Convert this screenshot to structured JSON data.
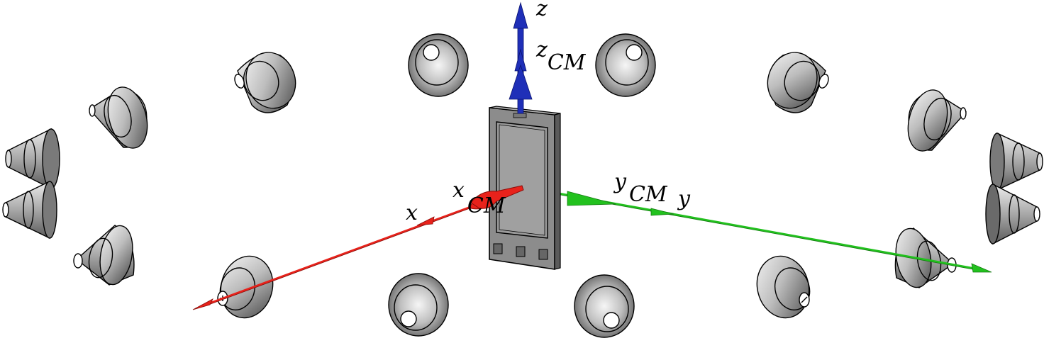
{
  "axes": {
    "x": {
      "label": "x",
      "sub_label": "x",
      "sub_suffix": "CM",
      "color": "#e8221b",
      "dark": "#8a0e0a"
    },
    "y": {
      "label": "y",
      "sub_label": "y",
      "sub_suffix": "CM",
      "color": "#22c11e",
      "dark": "#137a10"
    },
    "z": {
      "label": "z",
      "sub_label": "z",
      "sub_suffix": "CM",
      "color": "#1f2fb8",
      "dark": "#0a1370"
    }
  },
  "colors": {
    "background": "#ffffff",
    "cone_light": "#f2f2f2",
    "cone_mid": "#b8b8b8",
    "cone_dark": "#4a4a4a",
    "phone_frame": "#8c8c8c",
    "phone_screen": "#9a9a9a",
    "outline": "#000000"
  },
  "icons": [
    "loudspeaker-cone-icon",
    "smartphone-device-icon"
  ],
  "speaker_count": 16
}
